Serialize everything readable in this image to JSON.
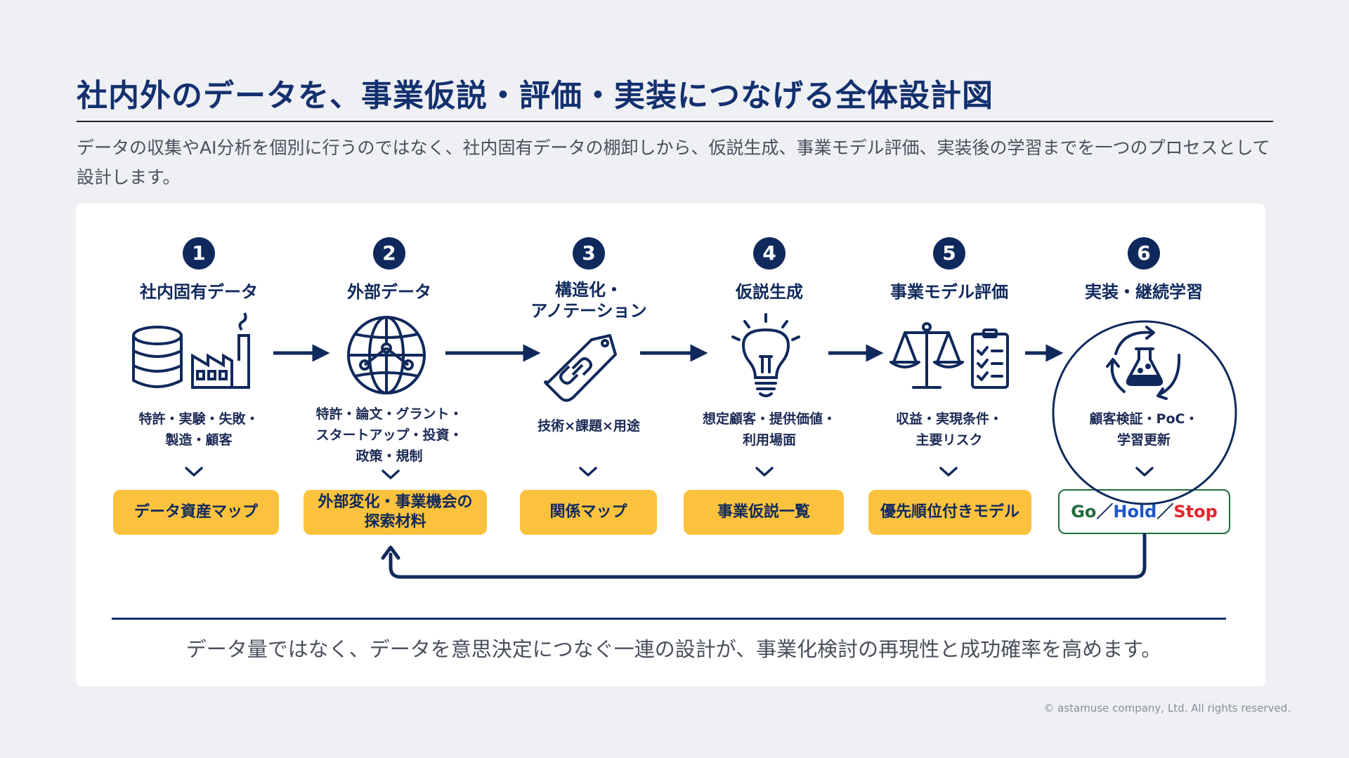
{
  "title": "社内外のデータを、事業仮説・評価・実装につなげる全体設計図",
  "lead": "データの収集やAI分析を個別に行うのではなく、社内固有データの棚卸しから、仮説生成、事業モデル評価、実装後の学習までを一つのプロセスとして設計します。",
  "steps": [
    {
      "number": "1",
      "title": "社内固有データ",
      "desc_line1": "特許・実験・失敗・",
      "desc_line2": "製造・顧客",
      "desc_line3": "",
      "output": "データ資産マップ",
      "icon": "database-factory-icon"
    },
    {
      "number": "2",
      "title": "外部データ",
      "desc_line1": "特許・論文・グラント・",
      "desc_line2": "スタートアップ・投資・",
      "desc_line3": "政策・規制",
      "output_line1": "外部変化・事業機会の",
      "output_line2": "探索材料",
      "icon": "globe-network-icon"
    },
    {
      "number": "3",
      "title_line1": "構造化・",
      "title_line2": "アノテーション",
      "desc_line1": "技術×課題×用途",
      "output": "関係マップ",
      "icon": "link-tag-icon"
    },
    {
      "number": "4",
      "title": "仮説生成",
      "desc_line1": "想定顧客・提供価値・",
      "desc_line2": "利用場面",
      "output": "事業仮説一覧",
      "icon": "lightbulb-icon"
    },
    {
      "number": "5",
      "title": "事業モデル評価",
      "desc_line1": "収益・実現条件・",
      "desc_line2": "主要リスク",
      "output": "優先順位付きモデル",
      "icon": "scale-checklist-icon"
    },
    {
      "number": "6",
      "title": "実装・継続学習",
      "desc_line1": "顧客検証・PoC・",
      "desc_line2": "学習更新",
      "output_go": "Go",
      "output_hold": "Hold",
      "output_stop": "Stop",
      "output_sep": "／",
      "icon": "flask-cycle-icon"
    }
  ],
  "closing": "データ量ではなく、データを意思決定につなぐ一連の設計が、事業化検討の再現性と成功確率を高めます。",
  "copyright": "© astamuse company, Ltd. All rights reserved.",
  "colors": {
    "navy": "#10295c",
    "title": "#14306e",
    "badge": "#fbc23e",
    "go": "#1f6b3a",
    "hold": "#1d56c7",
    "stop": "#e3242b"
  }
}
